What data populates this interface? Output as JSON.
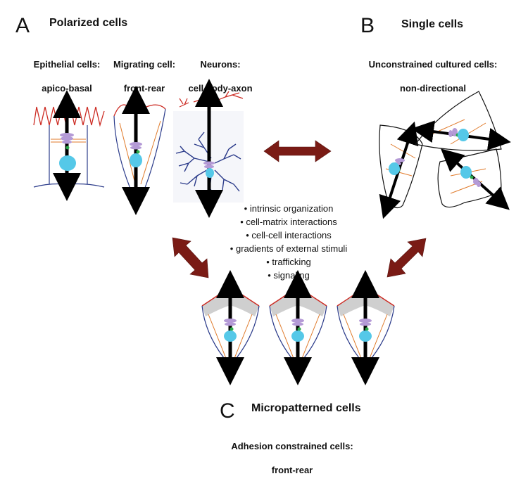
{
  "panelA": {
    "letter": "A",
    "title": "Polarized cells",
    "cells": [
      {
        "label_line1": "Epithelial cells:",
        "label_line2": "apico-basal"
      },
      {
        "label_line1": "Migrating cell:",
        "label_line2": "front-rear"
      },
      {
        "label_line1": "Neurons:",
        "label_line2": "cell body-axon"
      }
    ]
  },
  "panelB": {
    "letter": "B",
    "title": "Single cells",
    "label_line1": "Unconstrained cultured cells:",
    "label_line2": "non-directional"
  },
  "panelC": {
    "letter": "C",
    "title": "Micropatterned cells",
    "label_line1": "Adhesion constrained cells:",
    "label_line2": "front-rear"
  },
  "factors": [
    "• intrinsic organization",
    "• cell-matrix interactions",
    "• cell-cell interactions",
    "• gradients of external stimuli",
    "• trafficking",
    "• signaling"
  ],
  "colors": {
    "arrow_double": "#7a1b15",
    "membrane_red": "#cc2a22",
    "membrane_blue": "#2b3b8a",
    "nucleus": "#55c8e8",
    "golgi": "#b49ad6",
    "centrosome": "#2aa84a",
    "fiber": "#e07a2a",
    "gray_cortex": "#cfcfcf"
  }
}
